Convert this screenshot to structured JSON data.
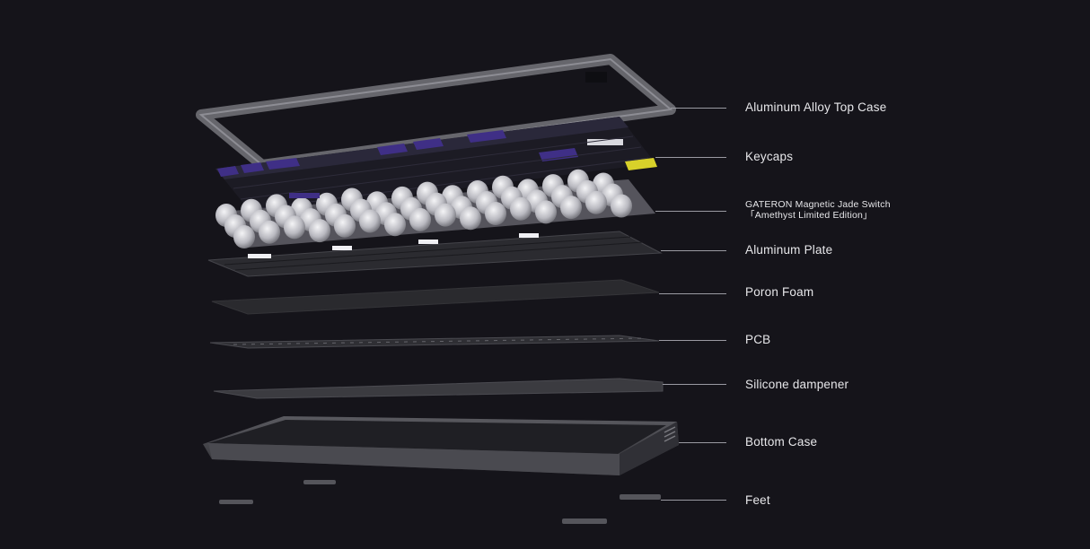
{
  "diagram": {
    "layers": [
      {
        "key": "top_case",
        "label": "Aluminum Alloy Top Case"
      },
      {
        "key": "keycaps",
        "label": "Keycaps"
      },
      {
        "key": "switches",
        "label": "GATERON Magnetic Jade Switch",
        "label_line2": "「Amethyst Limited Edition」"
      },
      {
        "key": "plate",
        "label": "Aluminum Plate"
      },
      {
        "key": "foam",
        "label": "Poron Foam"
      },
      {
        "key": "pcb",
        "label": "PCB"
      },
      {
        "key": "dampener",
        "label": "Silicone dampener"
      },
      {
        "key": "bottom_case",
        "label": "Bottom Case"
      },
      {
        "key": "feet",
        "label": "Feet"
      }
    ]
  },
  "colors": {
    "background": "#15141a",
    "accent_purple": "#3f2f86",
    "accent_yellow": "#d8d12a",
    "layer_gray": "#3a3a3e"
  }
}
